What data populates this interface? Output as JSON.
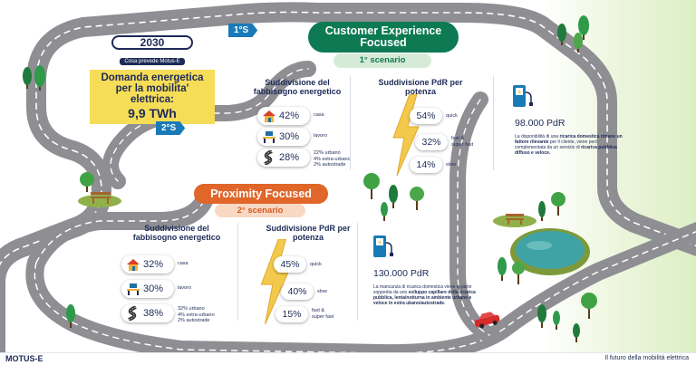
{
  "summary": {
    "year": "2030",
    "source": "Cosa prevede Motus-E",
    "demand_title": "Domanda energetica per la mobilita' elettrica:",
    "demand_value": "9,9 TWh"
  },
  "signs": {
    "first": "1°S",
    "second": "2°S"
  },
  "scenario1": {
    "title": "Customer Experience Focused",
    "subtitle": "1° scenario",
    "energy_title": "Suddivisione del fabbisogno energetico",
    "energy": [
      {
        "pct": "42%",
        "label": "casa",
        "icon": "house-icon"
      },
      {
        "pct": "30%",
        "label": "lavoro",
        "icon": "office-desk-icon"
      },
      {
        "pct": "28%",
        "label": "22% urbano\n4% extra-urbano\n2% autostrade",
        "icon": "road-icon"
      }
    ],
    "power_title": "Suddivisione PdR per potenza",
    "power": [
      {
        "pct": "54%",
        "label": "quick"
      },
      {
        "pct": "32%",
        "label": "fast &\nsuper fast"
      },
      {
        "pct": "14%",
        "label": "slow"
      }
    ],
    "pdr_count": "98.000 PdR",
    "pdr_desc_parts": [
      "La disponibilità di una ",
      "ricarica domestica rimane un fattore rilevante",
      " per il cliente, viene però complementata da un servizio di ",
      "ricarica pubblica diffuso e veloce."
    ]
  },
  "scenario2": {
    "title": "Proximity Focused",
    "subtitle": "2° scenario",
    "energy_title": "Suddivisione del fabbisogno energetico",
    "energy": [
      {
        "pct": "32%",
        "label": "casa",
        "icon": "house-icon"
      },
      {
        "pct": "30%",
        "label": "lavoro",
        "icon": "office-desk-icon"
      },
      {
        "pct": "38%",
        "label": "32% urbano\n4% extra-urbano\n2% autostrade",
        "icon": "road-icon"
      }
    ],
    "power_title": "Suddivisione PdR per potenza",
    "power": [
      {
        "pct": "45%",
        "label": "quick"
      },
      {
        "pct": "40%",
        "label": "slow"
      },
      {
        "pct": "15%",
        "label": "fast &\nsuper fast"
      }
    ],
    "pdr_count": "130.000 PdR",
    "pdr_desc_parts": [
      "La mancanza di ricarica domestica viene in parte sopperita da uno ",
      "sviluppo capillare della ricarica pubblica, lenta/notturna in ambiente urbano e veloce in extra ubano/autostrade."
    ]
  },
  "footer": {
    "logo": "MOTUS-E",
    "tagline": "Il futuro della mobilità elettrica"
  },
  "colors": {
    "navy": "#1d2a57",
    "green": "#0d7a53",
    "orange": "#e0662a",
    "yellow": "#f6dd58",
    "road": "#8e8e93",
    "sign_blue": "#1a7ab8",
    "bolt": "#f2c94c",
    "pond": "#3fa3a6"
  }
}
